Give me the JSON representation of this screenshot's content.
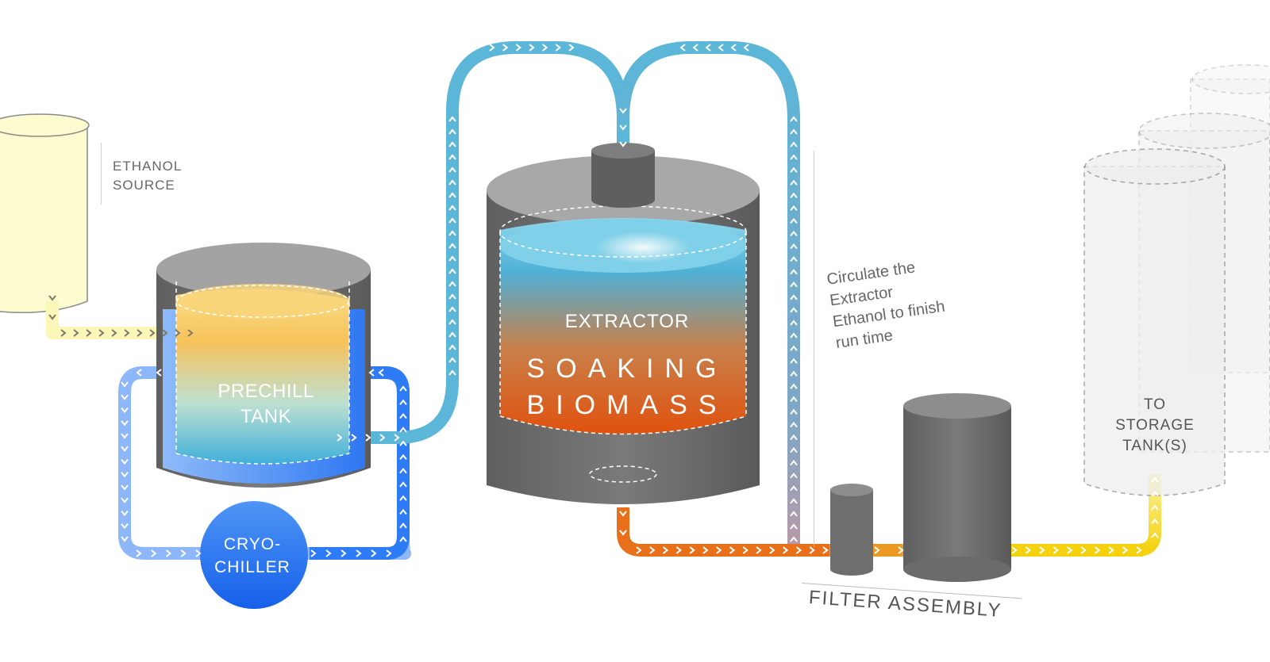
{
  "labels": {
    "ethanol_source": [
      "ETHANOL",
      "SOURCE"
    ],
    "prechill_tank": [
      "PRECHILL",
      "TANK"
    ],
    "extractor": "EXTRACTOR",
    "soaking_biomass": [
      "SOAKING",
      "BIOMASS"
    ],
    "cryo_chiller": [
      "CRYO-",
      "CHILLER"
    ],
    "circulate_note": [
      "Circulate the",
      "Extractor",
      "Ethanol to finish",
      "run time"
    ],
    "filter_assembly": "FILTER ASSEMBLY",
    "storage": [
      "TO",
      "STORAGE",
      "TANK(S)"
    ]
  },
  "colors": {
    "ethanol_yellow": "#fdfbd0",
    "pipe_ethanol": "#fbf7b8",
    "pipe_cryo": "#8db7f8",
    "pipe_cryo_dark": "#2d7cf5",
    "pipe_blue": "#5bb6d8",
    "pipe_orange": "#e8701a",
    "pipe_yellow": "#f4d210",
    "tank_grey": "#6e6e6e",
    "tank_grey_light": "#a8a8a8",
    "extractor_top_liquid": "#7fd0e8",
    "extractor_bottom_liquid": "#e0520e",
    "prechill_top": "#f7b84a",
    "prechill_bottom": "#3fb0da",
    "cryo_blue": "#1f6ff0"
  },
  "icons": [
    "flow-arrow-icon"
  ]
}
